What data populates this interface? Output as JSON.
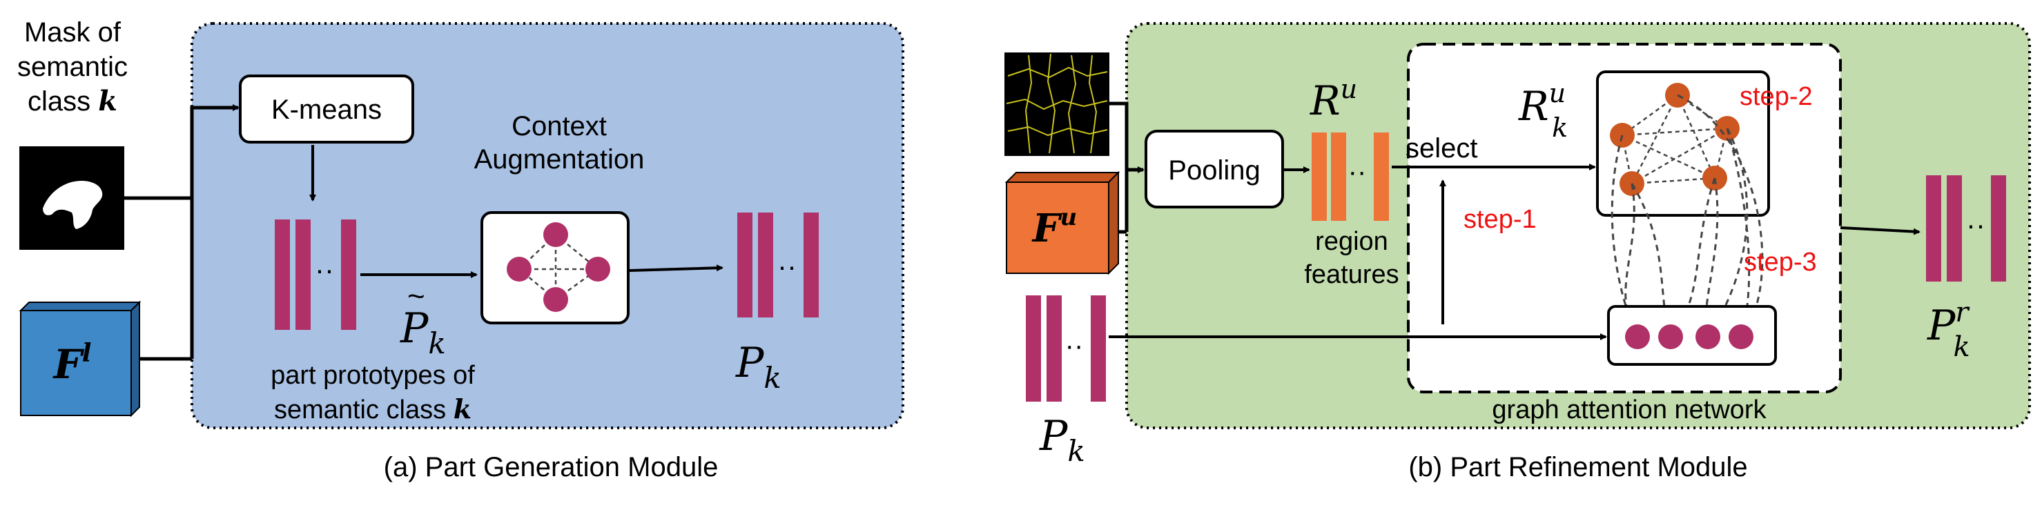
{
  "colors": {
    "blue_panel": "#a9c1e3",
    "green_panel": "#c2dcae",
    "prototype_bar": "#b03068",
    "region_bar": "#ee7437",
    "node_purple": "#b03068",
    "node_orange": "#cc5720",
    "feature_blue": "#3f89c9",
    "feature_orange": "#ee7437",
    "step_red": "#ee1111"
  },
  "panel_a": {
    "caption": "(a) Part Generation Module",
    "mask_label": [
      "Mask of",
      "semantic",
      "class"
    ],
    "mask_label_symbol": "k",
    "kmeans_label": "K-means",
    "context_label": [
      "Context",
      "Augmentation"
    ],
    "feature_main": "F",
    "feature_sup": "l",
    "ptilde_main": "P",
    "ptilde_sub": "k",
    "p_main": "P",
    "p_sub": "k",
    "part_label": [
      "part prototypes of",
      "semantic class"
    ],
    "part_label_symbol": "k",
    "dots": "··"
  },
  "panel_b": {
    "caption": "(b) Part Refinement Module",
    "pooling_label": "Pooling",
    "feature_main": "F",
    "feature_sup": "u",
    "r_main": "R",
    "r_sup": "u",
    "rk_main": "R",
    "rk_sup": "u",
    "rk_sub": "k",
    "region_label": [
      "region",
      "features"
    ],
    "select_label": "select",
    "step1": "step-1",
    "step2": "step-2",
    "step3": "step-3",
    "gat_label": "graph attention network",
    "pk_main": "P",
    "pk_sub": "k",
    "pkr_main": "P",
    "pkr_sup": "r",
    "pkr_sub": "k",
    "dots": "··"
  }
}
